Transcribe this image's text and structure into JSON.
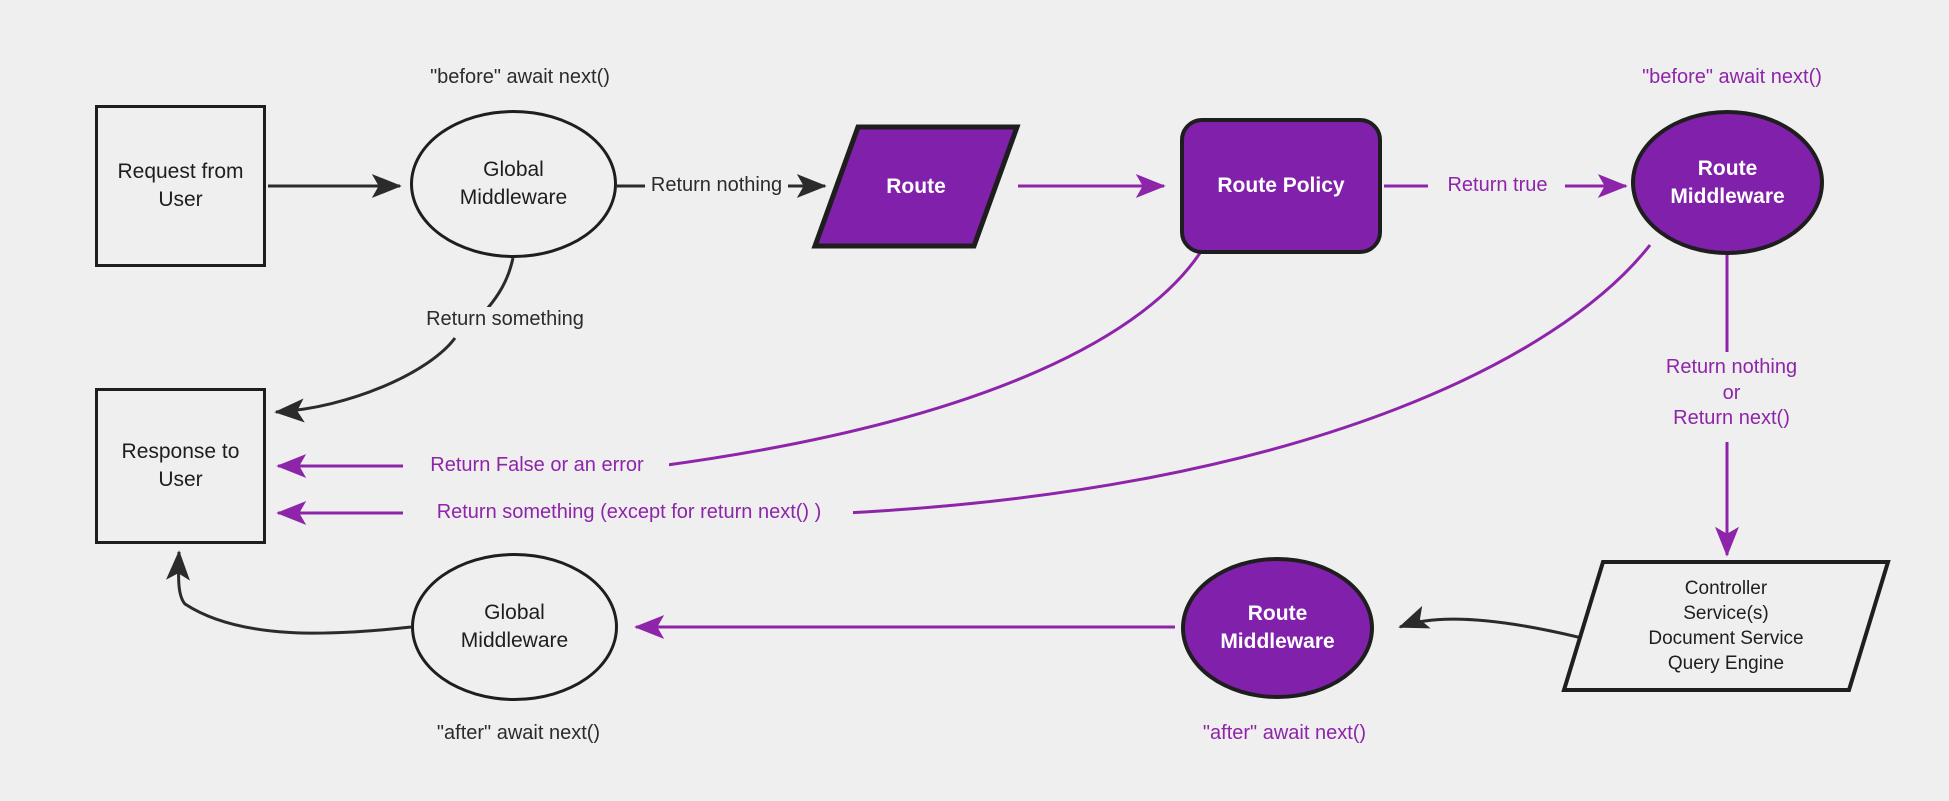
{
  "theme": {
    "background": "#efefef",
    "dark_stroke": "#1e1e1e",
    "purple_fill": "#8120ab",
    "purple_stroke": "#8e24aa",
    "purple_text": "#8e24aa",
    "dark_text": "#2b2b2b",
    "light_text": "#ffffff"
  },
  "nodes": {
    "request_from_user": "Request from\nUser",
    "global_middleware_top": "Global\nMiddleware",
    "route": "Route",
    "route_policy": "Route Policy",
    "route_middleware_top": "Route\nMiddleware",
    "response_to_user": "Response to\nUser",
    "global_middleware_bottom": "Global\nMiddleware",
    "route_middleware_bottom": "Route\nMiddleware",
    "controller_stack": "Controller\nService(s)\nDocument Service\nQuery Engine"
  },
  "annotations": {
    "before_await_next_global": "\"before\" await next()",
    "before_await_next_route": "\"before\" await next()",
    "after_await_next_global": "\"after\" await next()",
    "after_await_next_route": "\"after\" await next()"
  },
  "edge_labels": {
    "return_nothing": "Return nothing",
    "return_something": "Return something",
    "return_true": "Return true",
    "return_false_or_error": "Return False or an error",
    "return_something_except": "Return something (except for return next() )",
    "return_nothing_or_next": "Return nothing\nor\nReturn next()"
  }
}
